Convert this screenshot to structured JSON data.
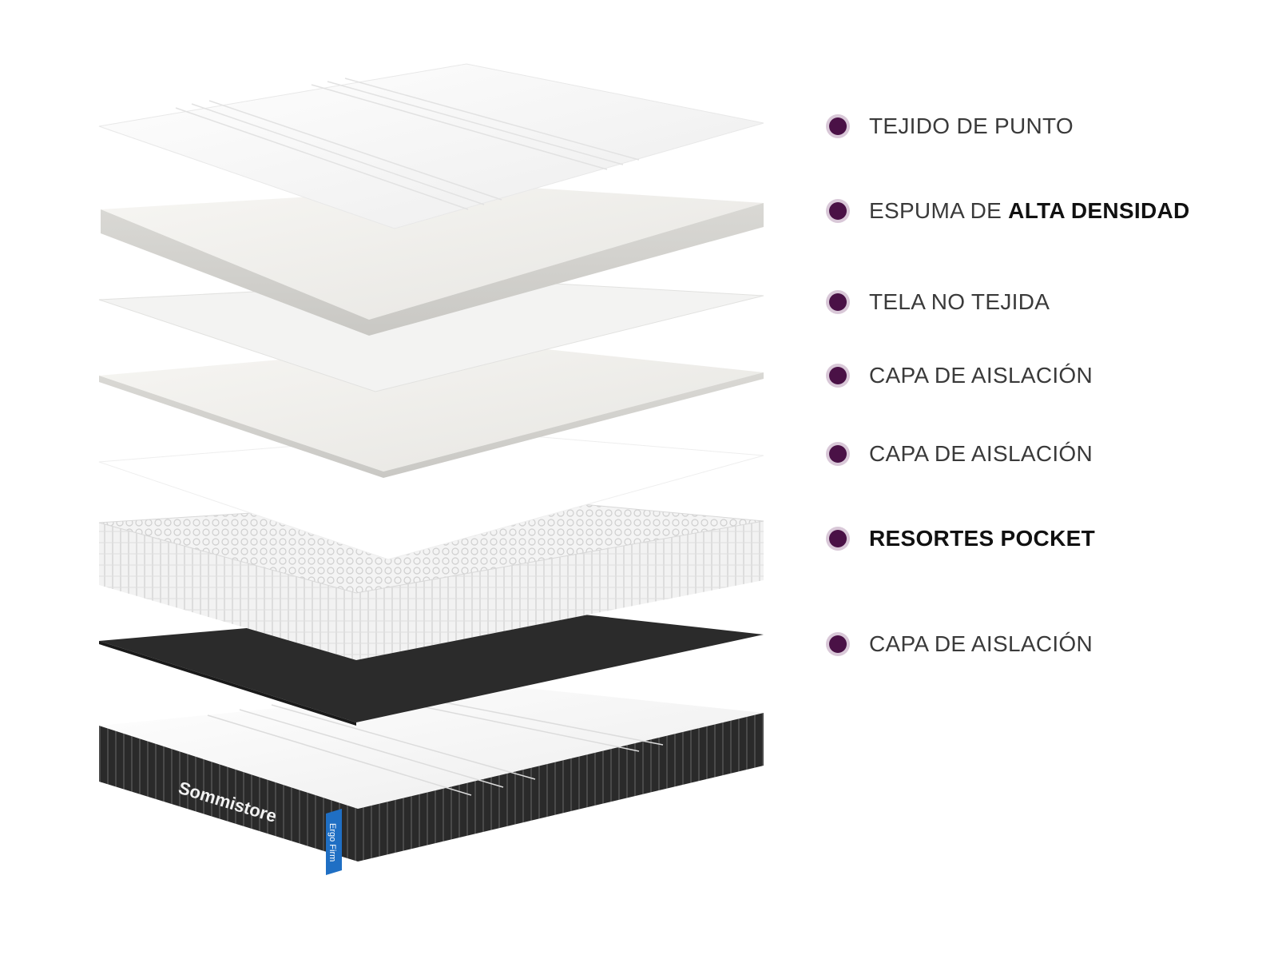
{
  "layers": [
    {
      "normal": "TEJIDO DE PUNTO",
      "bold": ""
    },
    {
      "normal": "ESPUMA DE ",
      "bold": "ALTA DENSIDAD"
    },
    {
      "normal": "TELA NO TEJIDA",
      "bold": ""
    },
    {
      "normal": "CAPA DE AISLACIÓN",
      "bold": ""
    },
    {
      "normal": "CAPA DE AISLACIÓN",
      "bold": ""
    },
    {
      "normal": "",
      "bold": "RESORTES POCKET"
    },
    {
      "normal": "CAPA DE AISLACIÓN",
      "bold": ""
    }
  ],
  "mattress": {
    "brand": "Sommistore",
    "model_tag": "Ergo Firm"
  },
  "colors": {
    "bullet": "#4a1146",
    "bullet_ring": "#d9c8d8",
    "label_text": "#3a3a3a",
    "tag_blue": "#1f6fc4",
    "dark_layer": "#2b2b2b"
  }
}
